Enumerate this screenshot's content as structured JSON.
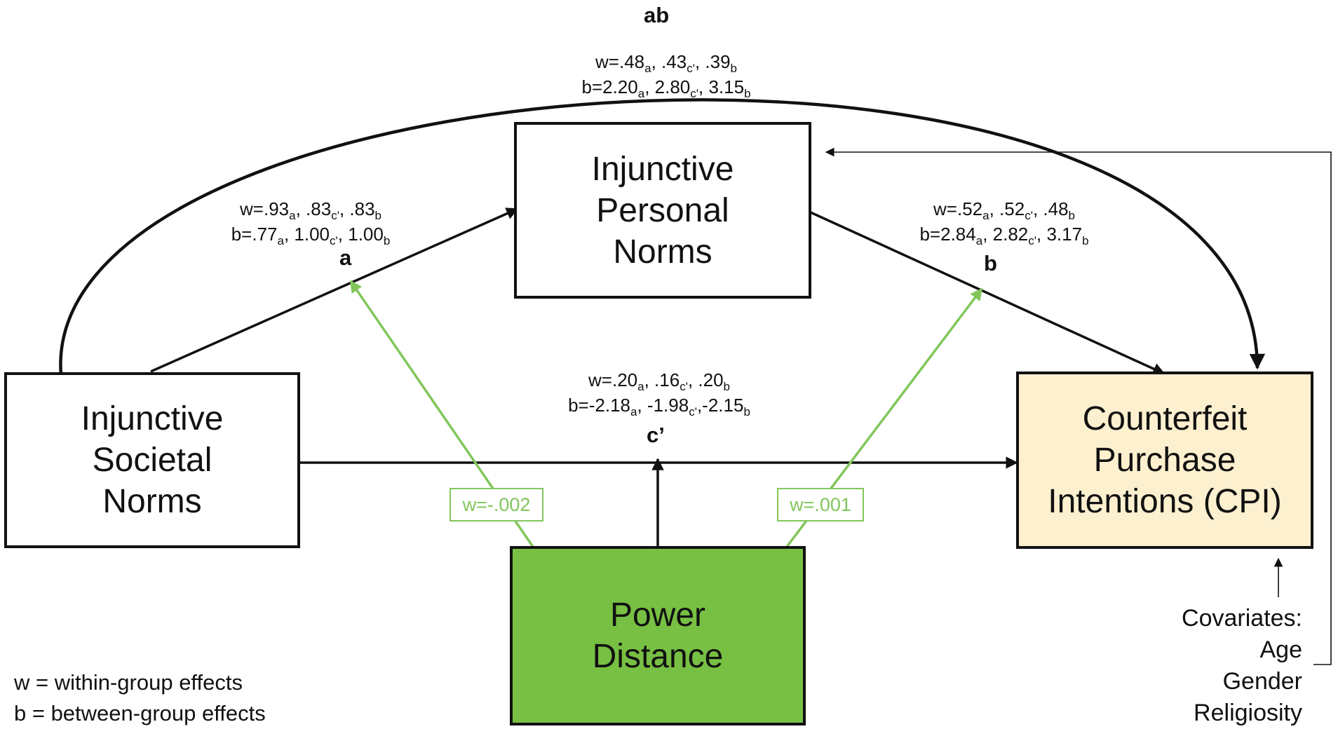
{
  "nodes": {
    "isn": {
      "lines": [
        "Injunctive",
        "Societal",
        "Norms"
      ]
    },
    "ipn": {
      "lines": [
        "Injunctive",
        "Personal",
        "Norms"
      ]
    },
    "cpi": {
      "lines": [
        "Counterfeit",
        "Purchase",
        "Intentions (CPI)"
      ]
    },
    "pd": {
      "lines": [
        "Power",
        "Distance"
      ]
    }
  },
  "paths": {
    "ab": {
      "label": "ab",
      "w": [
        [
          ".48",
          "a"
        ],
        [
          ", .43",
          "c'"
        ],
        [
          ", .39",
          "b"
        ]
      ],
      "b": [
        [
          "2.20",
          "a"
        ],
        [
          ", 2.80",
          "c'"
        ],
        [
          ", 3.15",
          "b"
        ]
      ]
    },
    "a": {
      "label": "a",
      "w": [
        [
          ".93",
          "a"
        ],
        [
          ", .83",
          "c'"
        ],
        [
          ", .83",
          "b"
        ]
      ],
      "b": [
        [
          ".77",
          "a"
        ],
        [
          ", 1.00",
          "c'"
        ],
        [
          ", 1.00",
          "b"
        ]
      ]
    },
    "b": {
      "label": "b",
      "w": [
        [
          ".52",
          "a"
        ],
        [
          ", .52",
          "c'"
        ],
        [
          ", .48",
          "b"
        ]
      ],
      "b": [
        [
          "2.84",
          "a"
        ],
        [
          ", 2.82",
          "c'"
        ],
        [
          ", 3.17",
          "b"
        ]
      ]
    },
    "c": {
      "label": "c’",
      "w": [
        [
          ".20",
          "a"
        ],
        [
          ", .16",
          "c'"
        ],
        [
          ", .20",
          "b"
        ]
      ],
      "b": [
        [
          "-2.18",
          "a"
        ],
        [
          ", -1.98",
          "c'"
        ],
        [
          ",-2.15",
          "b"
        ]
      ]
    }
  },
  "moderation": {
    "left_tag": "w=-.002",
    "right_tag": "w=.001"
  },
  "legend": {
    "w_line": "w = within-group effects",
    "b_line": "b = between-group effects"
  },
  "covariates": {
    "title": "Covariates:",
    "items": [
      "Age",
      "Gender",
      "Religiosity"
    ]
  },
  "colors": {
    "ink": "#111111",
    "moderator_fill": "#77c043",
    "moderator_line": "#82c65c",
    "outcome_fill": "#fdf0cf"
  }
}
